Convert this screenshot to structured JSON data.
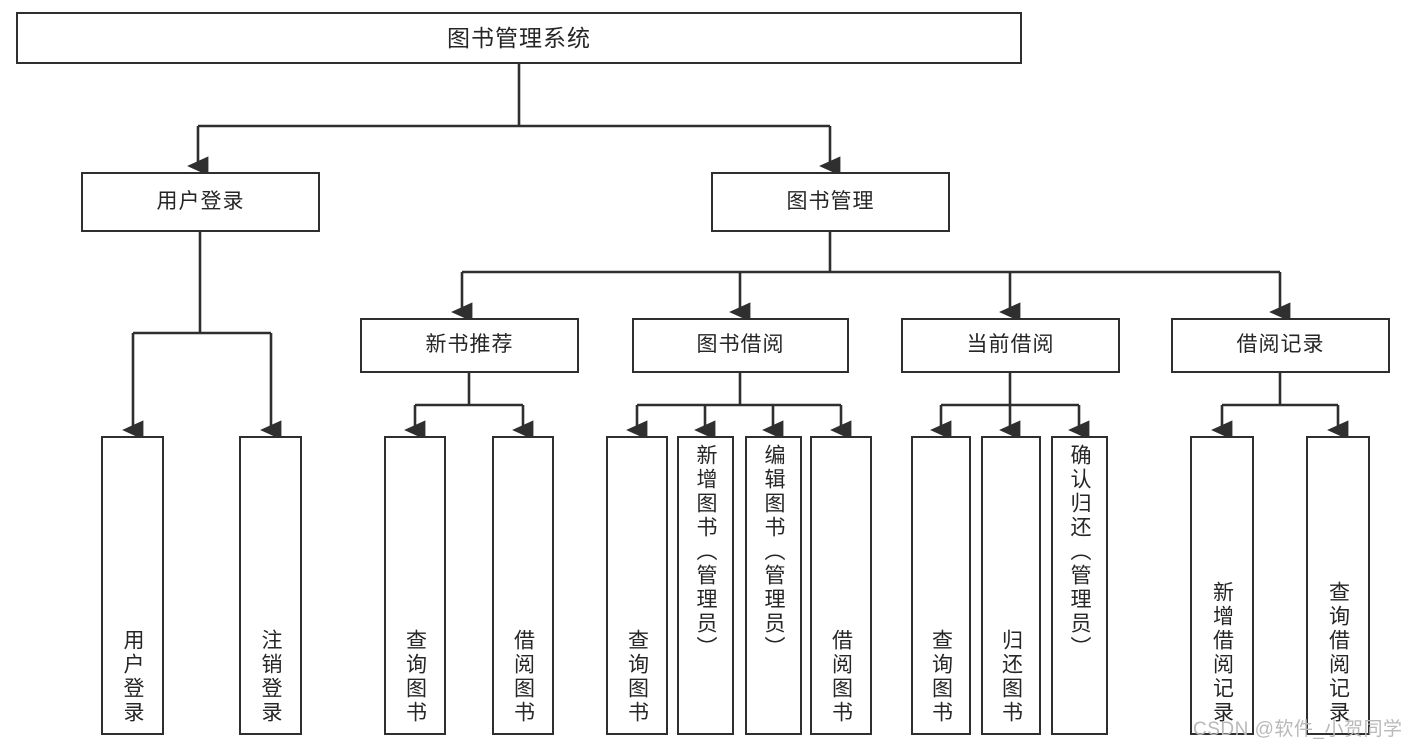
{
  "diagram": {
    "title": "图书管理系统",
    "watermark": "CSDN @软件_小贺同学",
    "line_color": "#2f2f2f",
    "box_fill": "#ffffff",
    "text_color": "#262626",
    "watermark_color": "#b9b9b9"
  },
  "root": {
    "label": "图书管理系统"
  },
  "level2": [
    {
      "label": "用户登录"
    },
    {
      "label": "图书管理"
    }
  ],
  "level3": [
    {
      "label": "新书推荐"
    },
    {
      "label": "图书借阅"
    },
    {
      "label": "当前借阅"
    },
    {
      "label": "借阅记录"
    }
  ],
  "leaves": {
    "user_login": [
      {
        "label": "用户登录"
      },
      {
        "label": "注销登录"
      }
    ],
    "new_book_recommend": [
      {
        "label": "查询图书"
      },
      {
        "label": "借阅图书"
      }
    ],
    "book_borrow": [
      {
        "label": "查询图书"
      },
      {
        "label": "新增图书（管理员）"
      },
      {
        "label": "编辑图书（管理员）"
      },
      {
        "label": "借阅图书"
      }
    ],
    "current_borrow": [
      {
        "label": "查询图书"
      },
      {
        "label": "归还图书"
      },
      {
        "label": "确认归还（管理员）"
      }
    ],
    "borrow_record": [
      {
        "label": "新增借阅记录"
      },
      {
        "label": "查询借阅记录"
      }
    ]
  }
}
